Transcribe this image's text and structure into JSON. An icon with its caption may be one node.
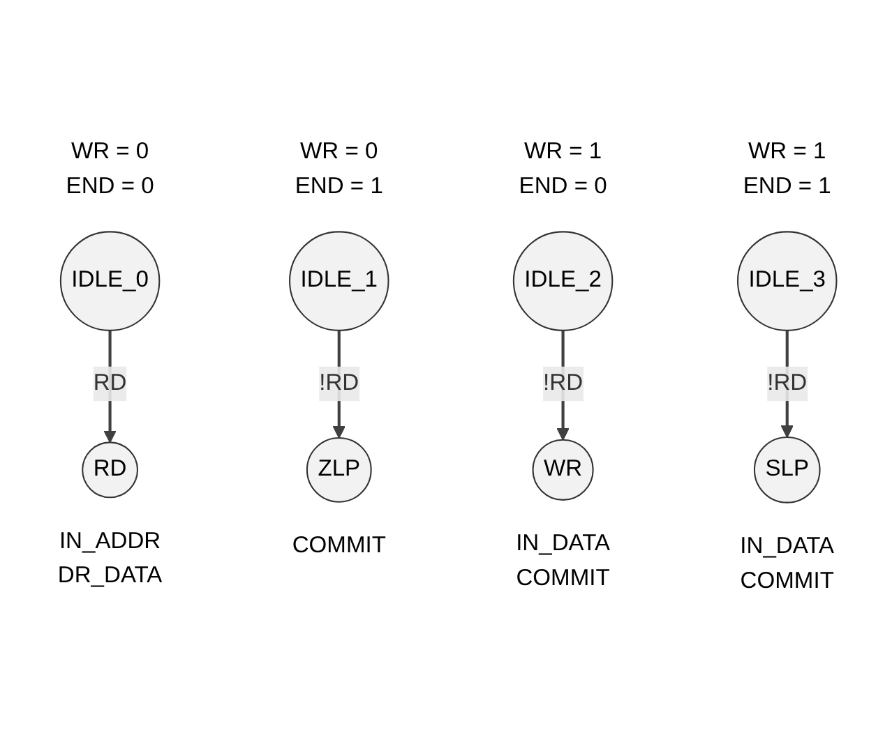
{
  "diagram": {
    "nodes": [
      {
        "text": [
          "IDLE_0"
        ],
        "beside": [
          "WR = 0 END = 0"
        ]
      },
      {
        "text": [
          "IDLE_1"
        ],
        "beside": [
          "WR = 0 END = 1"
        ]
      },
      {
        "text": [
          "IDLE_2"
        ],
        "beside": [
          "WR = 1 END = 0"
        ]
      },
      {
        "text": [
          "IDLE_3"
        ],
        "beside": [
          "WR = 1 END = 1"
        ]
      },
      {
        "text": [
          "RD"
        ],
        "beside": [
          "IN_ADDR DR_DATA"
        ]
      },
      {
        "text": [
          "ZLP"
        ],
        "beside": [
          "COMMIT"
        ]
      },
      {
        "text": [
          "WR"
        ],
        "beside": [
          "IN_DATA COMMIT"
        ]
      },
      {
        "text": [
          "SLP"
        ],
        "beside": [
          "IN_DATA COMMIT"
        ]
      }
    ],
    "edges": [
      {
        "from": 0,
        "to": 4,
        "arrow": "to",
        "label": "RD"
      },
      {
        "from": 1,
        "to": 5,
        "arrow": "to",
        "label": "!RD"
      },
      {
        "from": 2,
        "to": 6,
        "arrow": "to",
        "label": "!RD"
      },
      {
        "from": 3,
        "to": 7,
        "arrow": "to",
        "label": "!RD"
      }
    ]
  }
}
